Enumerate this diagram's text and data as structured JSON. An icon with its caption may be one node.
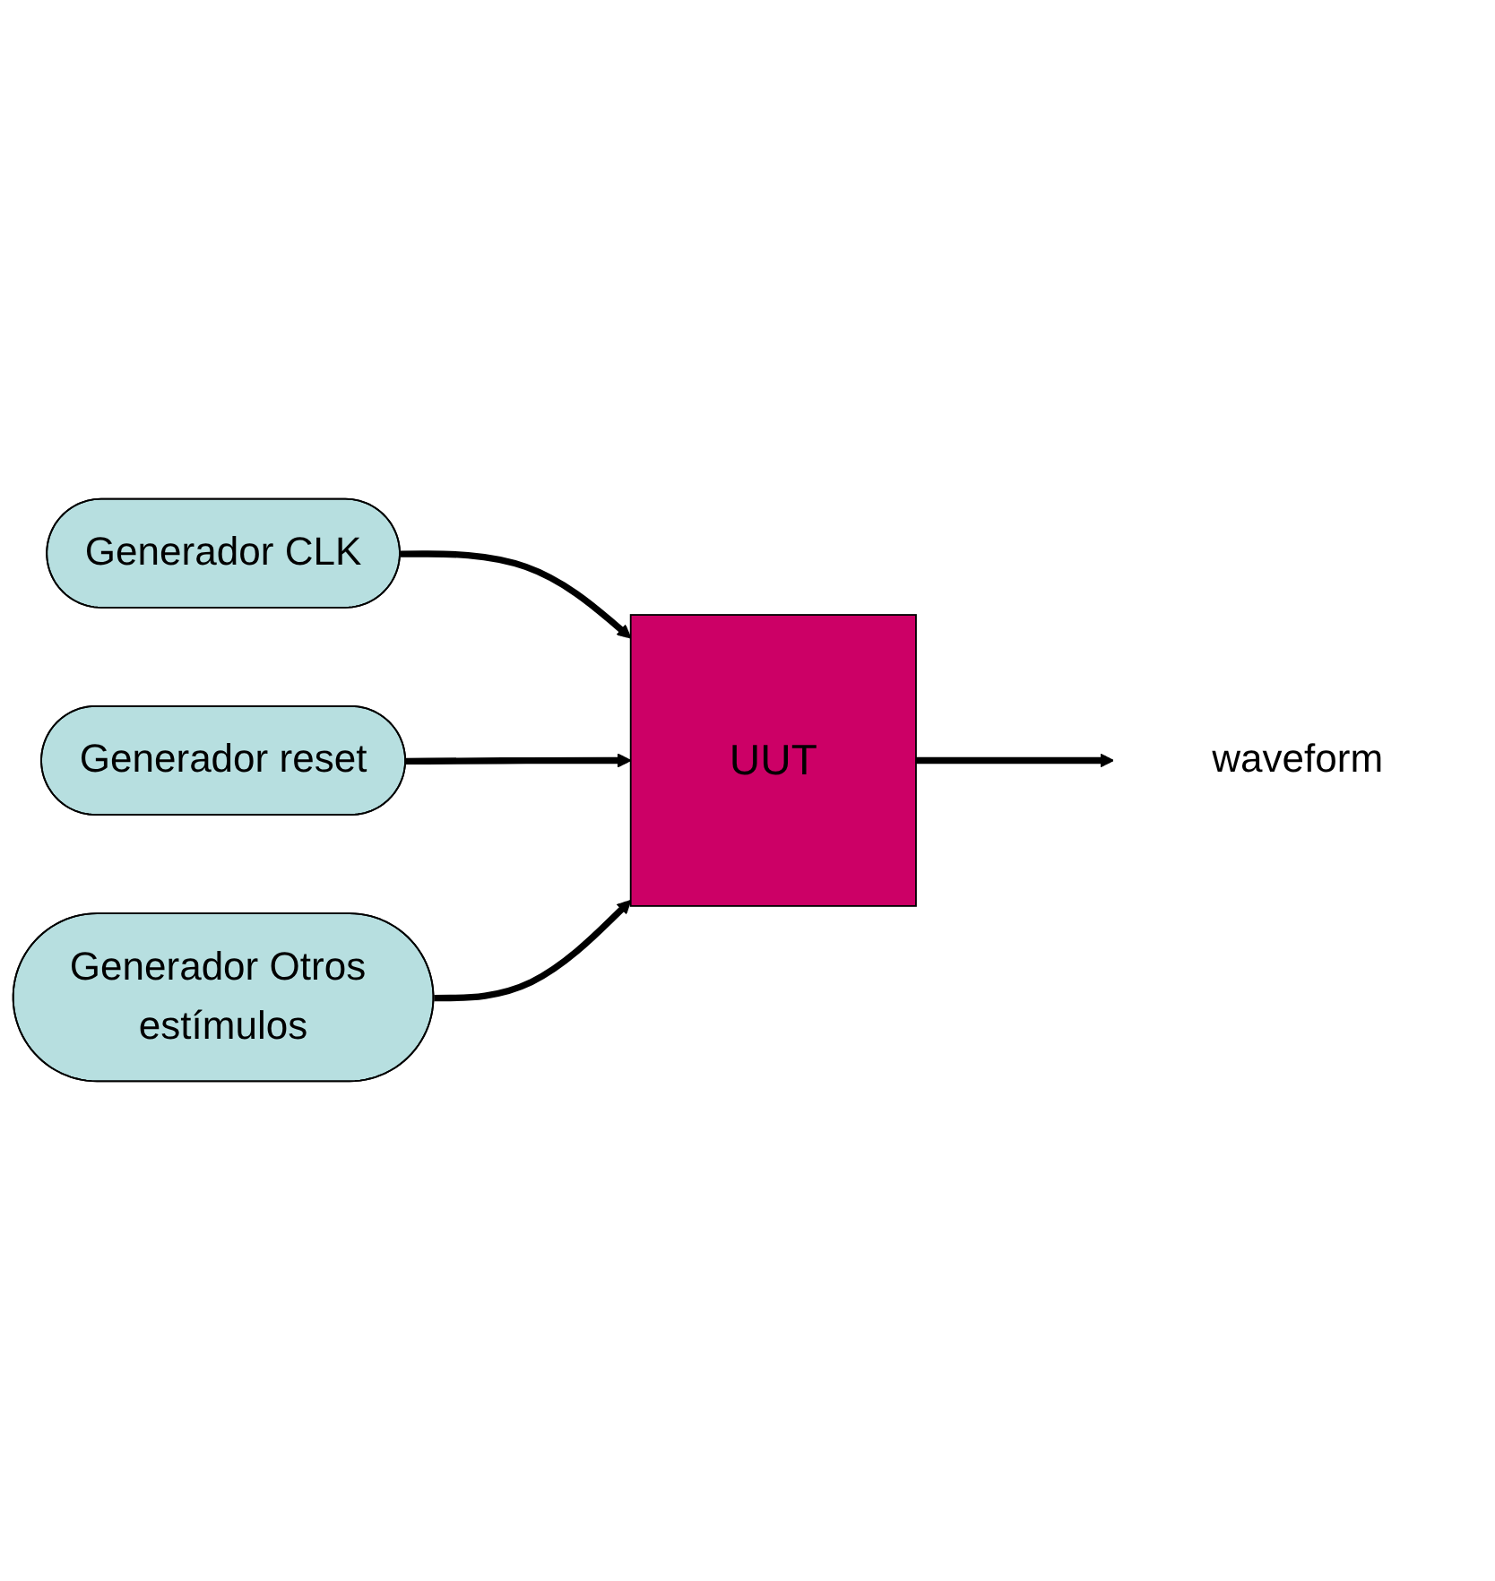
{
  "diagram": {
    "nodes": [
      {
        "text": [
          "Generador CLK"
        ]
      },
      {
        "text": [
          "Generador reset"
        ]
      },
      {
        "text": [
          "UUT"
        ]
      },
      {
        "text": [
          "Generador Otros estímulos"
        ]
      },
      {
        "text": [
          "waveform"
        ]
      }
    ],
    "edges": [
      {
        "from": 0,
        "to": 2,
        "arrow": "to"
      },
      {
        "from": 1,
        "to": 2,
        "arrow": "to"
      },
      {
        "from": 3,
        "to": 2,
        "arrow": "to"
      },
      {
        "from": 2,
        "to": 4,
        "arrow": "to"
      }
    ]
  }
}
